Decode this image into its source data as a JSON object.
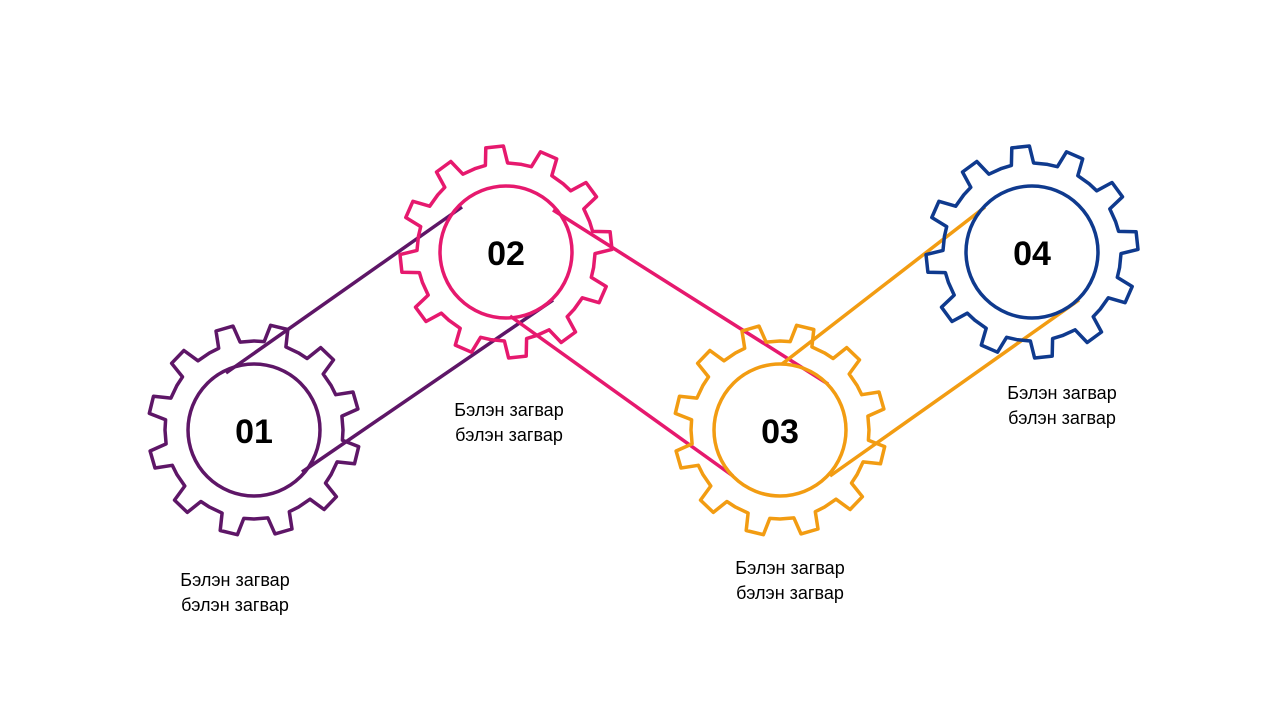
{
  "steps": [
    {
      "number": "01",
      "color": "#5E1667",
      "line1": "Бэлэн загвар",
      "line2": "бэлэн загвар"
    },
    {
      "number": "02",
      "color": "#E6196E",
      "line1": "Бэлэн загвар",
      "line2": "бэлэн загвар"
    },
    {
      "number": "03",
      "color": "#F29C12",
      "line1": "Бэлэн загвар",
      "line2": "бэлэн загвар"
    },
    {
      "number": "04",
      "color": "#0F3A8E",
      "line1": "Бэлэн загвар",
      "line2": "бэлэн загвар"
    }
  ],
  "belts": [
    {
      "color": "#5E1667"
    },
    {
      "color": "#E6196E"
    },
    {
      "color": "#F29C12"
    }
  ]
}
